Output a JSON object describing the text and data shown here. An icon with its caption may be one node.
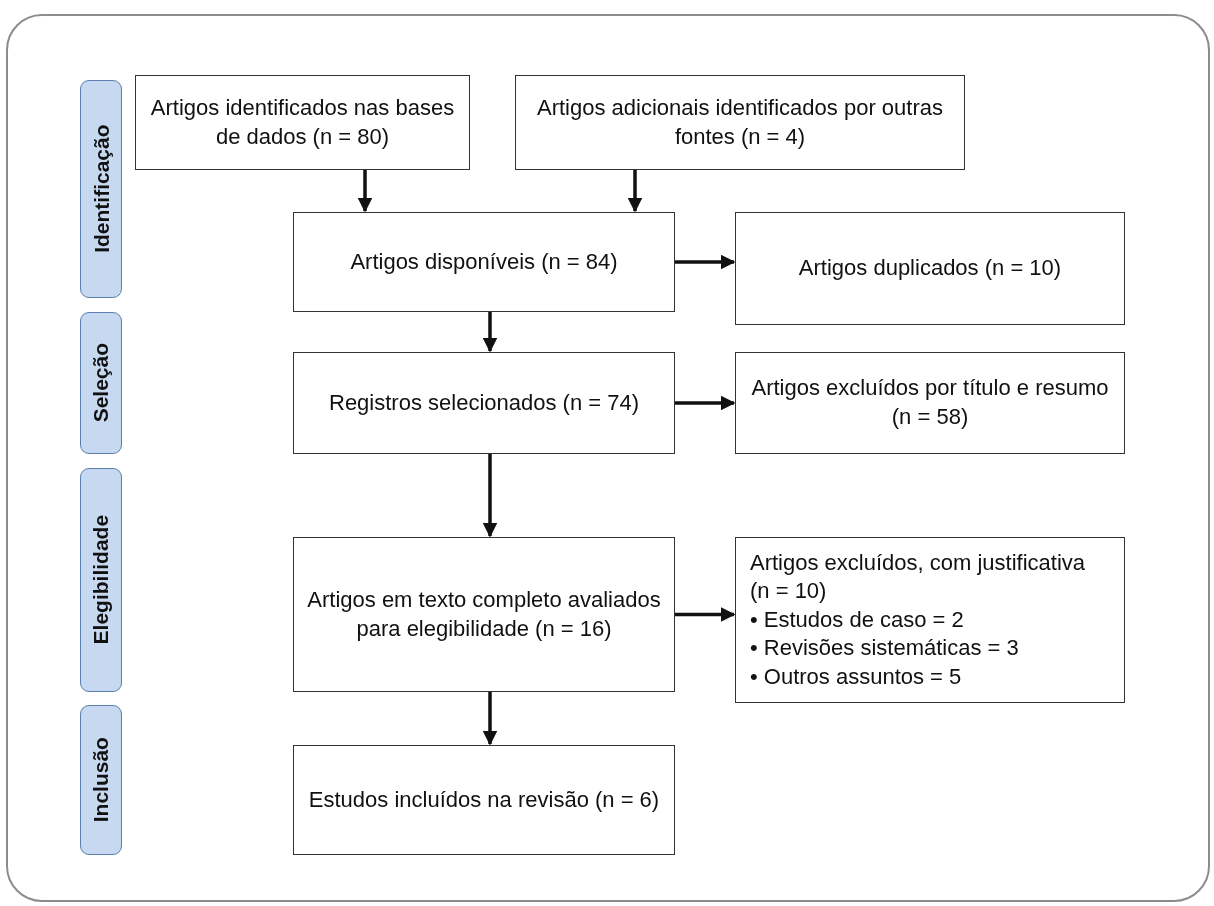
{
  "diagram": {
    "nodes": [
      {
        "text": [
          "Identificação"
        ]
      },
      {
        "text": [
          "Seleção"
        ]
      },
      {
        "text": [
          "Elegibilidade"
        ]
      },
      {
        "text": [
          "Inclusão"
        ]
      },
      {
        "text": [
          "Artigos identificados nas bases de dados (n = 80)"
        ]
      },
      {
        "text": [
          "Artigos adicionais identificados por outras fontes (n = 4)"
        ]
      },
      {
        "text": [
          "Artigos disponíveis (n = 84)"
        ]
      },
      {
        "text": [
          "Artigos duplicados (n = 10)"
        ]
      },
      {
        "text": [
          "Registros selecionados (n = 74)"
        ]
      },
      {
        "text": [
          "Artigos excluídos por título e resumo (n = 58)"
        ]
      },
      {
        "text": [
          "Artigos em texto completo avaliados para elegibilidade (n = 16)"
        ]
      },
      {
        "text": [
          "Artigos excluídos, com justificativa (n = 10)",
          "• Estudos de caso = 2",
          "• Revisões sistemáticas = 3",
          "• Outros assuntos = 5"
        ]
      },
      {
        "text": [
          "Estudos incluídos na revisão (n = 6)"
        ]
      }
    ],
    "edges": [
      {
        "from": 4,
        "to": 6,
        "arrow": "to"
      },
      {
        "from": 5,
        "to": 6,
        "arrow": "to"
      },
      {
        "from": 6,
        "to": 7,
        "arrow": "to"
      },
      {
        "from": 6,
        "to": 8,
        "arrow": "to"
      },
      {
        "from": 8,
        "to": 9,
        "arrow": "to"
      },
      {
        "from": 8,
        "to": 10,
        "arrow": "to"
      },
      {
        "from": 10,
        "to": 11,
        "arrow": "to"
      },
      {
        "from": 10,
        "to": 12,
        "arrow": "to"
      }
    ]
  }
}
